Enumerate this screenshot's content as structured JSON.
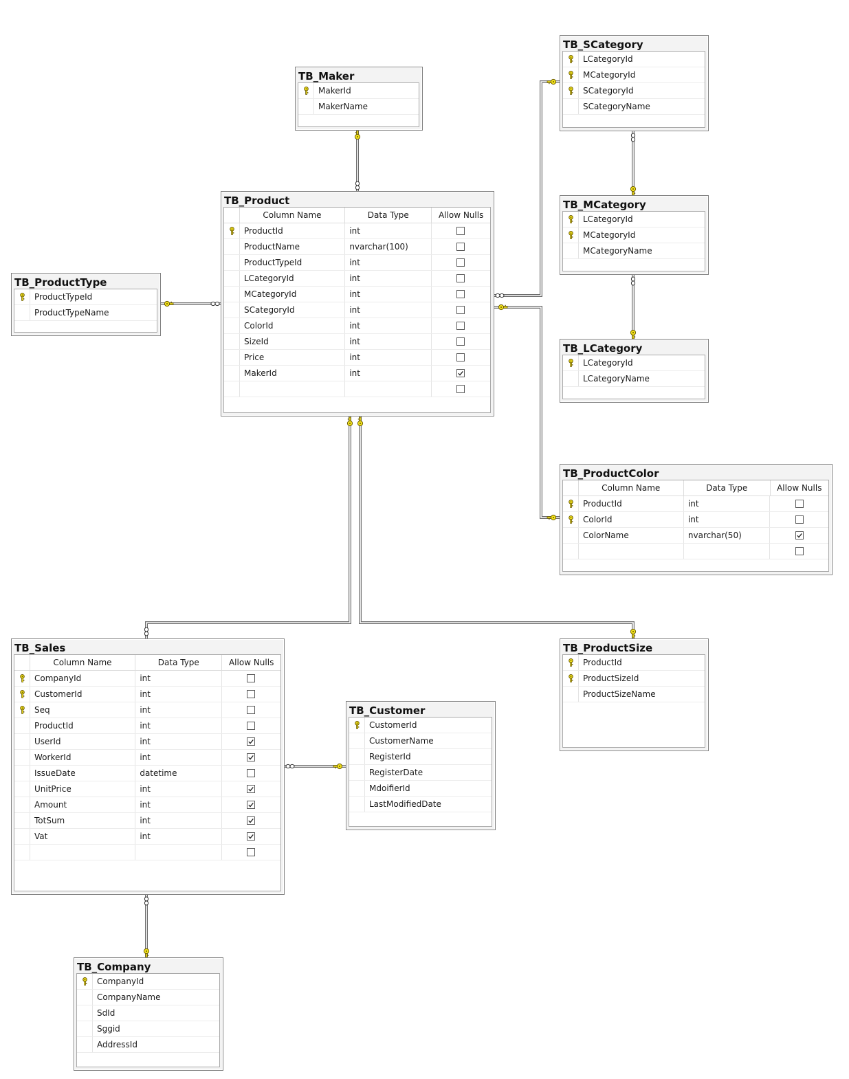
{
  "headers": {
    "column_name": "Column Name",
    "data_type": "Data Type",
    "allow_nulls": "Allow Nulls"
  },
  "colors": {
    "key": "#f2e21c",
    "key_outline": "#6b5b00",
    "line": "#6d6d6d"
  },
  "tables": {
    "maker": {
      "name": "TB_Maker",
      "mode": "names",
      "rows": [
        {
          "key": true,
          "name": "MakerId"
        },
        {
          "key": false,
          "name": "MakerName"
        }
      ]
    },
    "scategory": {
      "name": "TB_SCategory",
      "mode": "names",
      "rows": [
        {
          "key": true,
          "name": "LCategoryId"
        },
        {
          "key": true,
          "name": "MCategoryId"
        },
        {
          "key": true,
          "name": "SCategoryId"
        },
        {
          "key": false,
          "name": "SCategoryName"
        }
      ]
    },
    "mcategory": {
      "name": "TB_MCategory",
      "mode": "names",
      "rows": [
        {
          "key": true,
          "name": "LCategoryId"
        },
        {
          "key": true,
          "name": "MCategoryId"
        },
        {
          "key": false,
          "name": "MCategoryName"
        }
      ]
    },
    "lcategory": {
      "name": "TB_LCategory",
      "mode": "names",
      "rows": [
        {
          "key": true,
          "name": "LCategoryId"
        },
        {
          "key": false,
          "name": "LCategoryName"
        }
      ]
    },
    "producttype": {
      "name": "TB_ProductType",
      "mode": "names",
      "rows": [
        {
          "key": true,
          "name": "ProductTypeId"
        },
        {
          "key": false,
          "name": "ProductTypeName"
        }
      ]
    },
    "product": {
      "name": "TB_Product",
      "mode": "full",
      "rows": [
        {
          "key": true,
          "name": "ProductId",
          "type": "int",
          "nulls": false
        },
        {
          "key": false,
          "name": "ProductName",
          "type": "nvarchar(100)",
          "nulls": false
        },
        {
          "key": false,
          "name": "ProductTypeId",
          "type": "int",
          "nulls": false
        },
        {
          "key": false,
          "name": "LCategoryId",
          "type": "int",
          "nulls": false
        },
        {
          "key": false,
          "name": "MCategoryId",
          "type": "int",
          "nulls": false
        },
        {
          "key": false,
          "name": "SCategoryId",
          "type": "int",
          "nulls": false
        },
        {
          "key": false,
          "name": "ColorId",
          "type": "int",
          "nulls": false
        },
        {
          "key": false,
          "name": "SizeId",
          "type": "int",
          "nulls": false
        },
        {
          "key": false,
          "name": "Price",
          "type": "int",
          "nulls": false
        },
        {
          "key": false,
          "name": "MakerId",
          "type": "int",
          "nulls": true
        },
        {
          "key": false,
          "name": "",
          "type": "",
          "nulls": false
        }
      ]
    },
    "productcolor": {
      "name": "TB_ProductColor",
      "mode": "full",
      "rows": [
        {
          "key": true,
          "name": "ProductId",
          "type": "int",
          "nulls": false
        },
        {
          "key": true,
          "name": "ColorId",
          "type": "int",
          "nulls": false
        },
        {
          "key": false,
          "name": "ColorName",
          "type": "nvarchar(50)",
          "nulls": true
        },
        {
          "key": false,
          "name": "",
          "type": "",
          "nulls": false
        }
      ]
    },
    "sales": {
      "name": "TB_Sales",
      "mode": "full",
      "rows": [
        {
          "key": true,
          "name": "CompanyId",
          "type": "int",
          "nulls": false
        },
        {
          "key": true,
          "name": "CustomerId",
          "type": "int",
          "nulls": false
        },
        {
          "key": true,
          "name": "Seq",
          "type": "int",
          "nulls": false
        },
        {
          "key": false,
          "name": "ProductId",
          "type": "int",
          "nulls": false
        },
        {
          "key": false,
          "name": "UserId",
          "type": "int",
          "nulls": true
        },
        {
          "key": false,
          "name": "WorkerId",
          "type": "int",
          "nulls": true
        },
        {
          "key": false,
          "name": "IssueDate",
          "type": "datetime",
          "nulls": false
        },
        {
          "key": false,
          "name": "UnitPrice",
          "type": "int",
          "nulls": true
        },
        {
          "key": false,
          "name": "Amount",
          "type": "int",
          "nulls": true
        },
        {
          "key": false,
          "name": "TotSum",
          "type": "int",
          "nulls": true
        },
        {
          "key": false,
          "name": "Vat",
          "type": "int",
          "nulls": true
        },
        {
          "key": false,
          "name": "",
          "type": "",
          "nulls": false
        }
      ]
    },
    "productsize": {
      "name": "TB_ProductSize",
      "mode": "names",
      "rows": [
        {
          "key": true,
          "name": "ProductId"
        },
        {
          "key": true,
          "name": "ProductSizeId"
        },
        {
          "key": false,
          "name": "ProductSizeName"
        }
      ]
    },
    "customer": {
      "name": "TB_Customer",
      "mode": "names",
      "rows": [
        {
          "key": true,
          "name": "CustomerId"
        },
        {
          "key": false,
          "name": "CustomerName"
        },
        {
          "key": false,
          "name": "RegisterId"
        },
        {
          "key": false,
          "name": "RegisterDate"
        },
        {
          "key": false,
          "name": "MdoifierId"
        },
        {
          "key": false,
          "name": "LastModifiedDate"
        }
      ]
    },
    "company": {
      "name": "TB_Company",
      "mode": "names",
      "rows": [
        {
          "key": true,
          "name": "CompanyId"
        },
        {
          "key": false,
          "name": "CompanyName"
        },
        {
          "key": false,
          "name": "SdId"
        },
        {
          "key": false,
          "name": "Sggid"
        },
        {
          "key": false,
          "name": "AddressId"
        }
      ]
    }
  }
}
